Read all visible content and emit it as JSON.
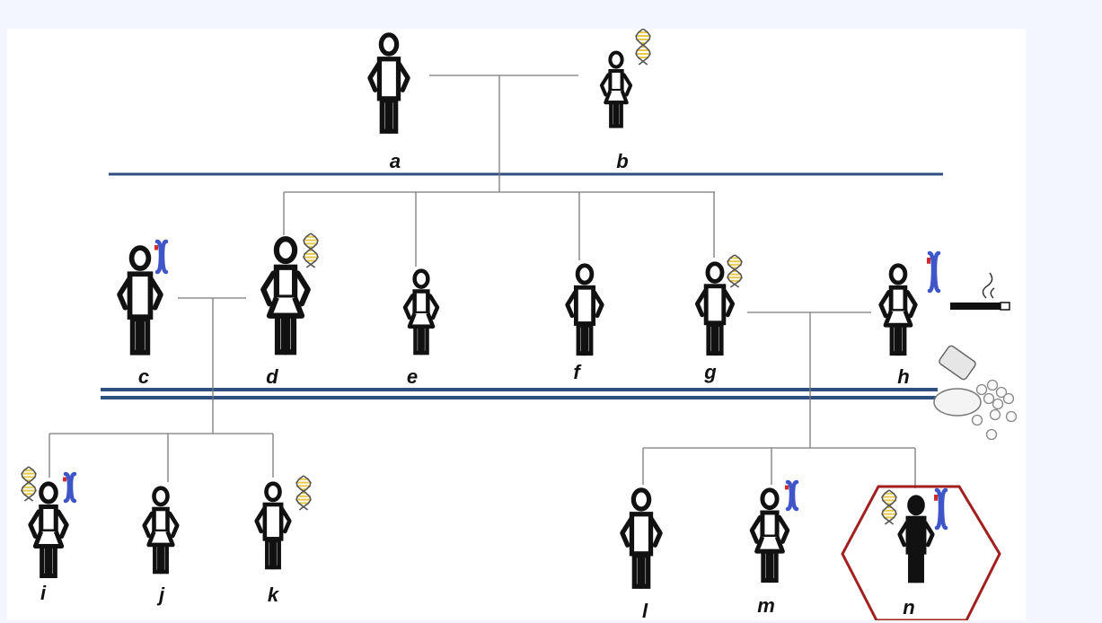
{
  "diagram": {
    "type": "pedigree",
    "people": [
      {
        "id": "a",
        "label": "a",
        "sex": "male",
        "generation": 1,
        "marks": []
      },
      {
        "id": "b",
        "label": "b",
        "sex": "female",
        "generation": 1,
        "marks": [
          "dna"
        ]
      },
      {
        "id": "c",
        "label": "c",
        "sex": "male",
        "generation": 2,
        "marks": [
          "chromosome"
        ]
      },
      {
        "id": "d",
        "label": "d",
        "sex": "female",
        "generation": 2,
        "marks": [
          "dna"
        ]
      },
      {
        "id": "e",
        "label": "e",
        "sex": "female",
        "generation": 2,
        "marks": []
      },
      {
        "id": "f",
        "label": "f",
        "sex": "male",
        "generation": 2,
        "marks": []
      },
      {
        "id": "g",
        "label": "g",
        "sex": "male",
        "generation": 2,
        "marks": [
          "dna"
        ]
      },
      {
        "id": "h",
        "label": "h",
        "sex": "female",
        "generation": 2,
        "marks": [
          "chromosome"
        ],
        "exposures": [
          "cigarette",
          "pills"
        ]
      },
      {
        "id": "i",
        "label": "i",
        "sex": "female",
        "generation": 3,
        "marks": [
          "dna",
          "chromosome"
        ]
      },
      {
        "id": "j",
        "label": "j",
        "sex": "female",
        "generation": 3,
        "marks": []
      },
      {
        "id": "k",
        "label": "k",
        "sex": "male",
        "generation": 3,
        "marks": [
          "dna"
        ]
      },
      {
        "id": "l",
        "label": "l",
        "sex": "male",
        "generation": 3,
        "marks": []
      },
      {
        "id": "m",
        "label": "m",
        "sex": "female",
        "generation": 3,
        "marks": [
          "chromosome"
        ]
      },
      {
        "id": "n",
        "label": "n",
        "sex": "male",
        "generation": 3,
        "marks": [
          "dna",
          "chromosome"
        ],
        "affected": true,
        "highlight": "hexagon"
      }
    ],
    "couples": [
      [
        "a",
        "b"
      ],
      [
        "c",
        "d"
      ],
      [
        "g",
        "h"
      ]
    ],
    "children": {
      "a-b": [
        "d",
        "e",
        "f",
        "g"
      ],
      "c-d": [
        "i",
        "j",
        "k"
      ],
      "g-h": [
        "l",
        "m",
        "n"
      ]
    },
    "colors": {
      "figure": "#111111",
      "generation_line": "#2f4f7f",
      "highlight": "#a11f1f",
      "chromosome": "#3f56c9",
      "chromosome_band": "#d42a2a",
      "dna_strand": "#555555",
      "dna_rung": "#e6c84a",
      "connector": "#7a7a7a"
    }
  }
}
